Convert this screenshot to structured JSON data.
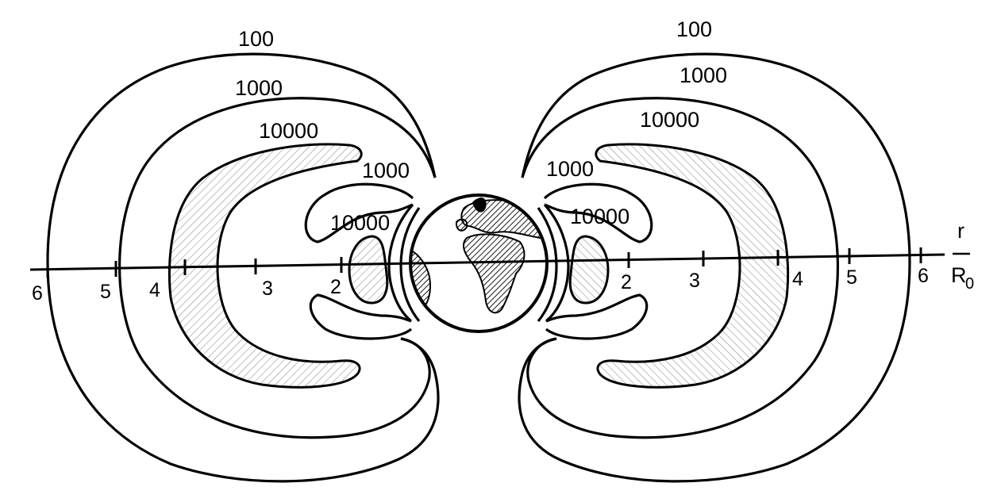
{
  "axis": {
    "label_numerator": "r",
    "label_denominator": "R",
    "label_denominator_sub": "0",
    "left_ticks": [
      "6",
      "5",
      "4",
      "3",
      "2"
    ],
    "right_ticks": [
      "2",
      "3",
      "4",
      "5",
      "6"
    ]
  },
  "contours": {
    "left": {
      "outer": "100",
      "mid": "1000",
      "inner_belt": "10000",
      "small_outer": "1000",
      "small_inner": "10000"
    },
    "right": {
      "outer": "100",
      "mid": "1000",
      "inner_belt": "10000",
      "small_outer": "1000",
      "small_inner": "10000"
    }
  },
  "colors": {
    "line": "#000000",
    "hatch": "#000000",
    "background": "#ffffff"
  },
  "icons": {
    "earth": "earth-globe-icon"
  }
}
